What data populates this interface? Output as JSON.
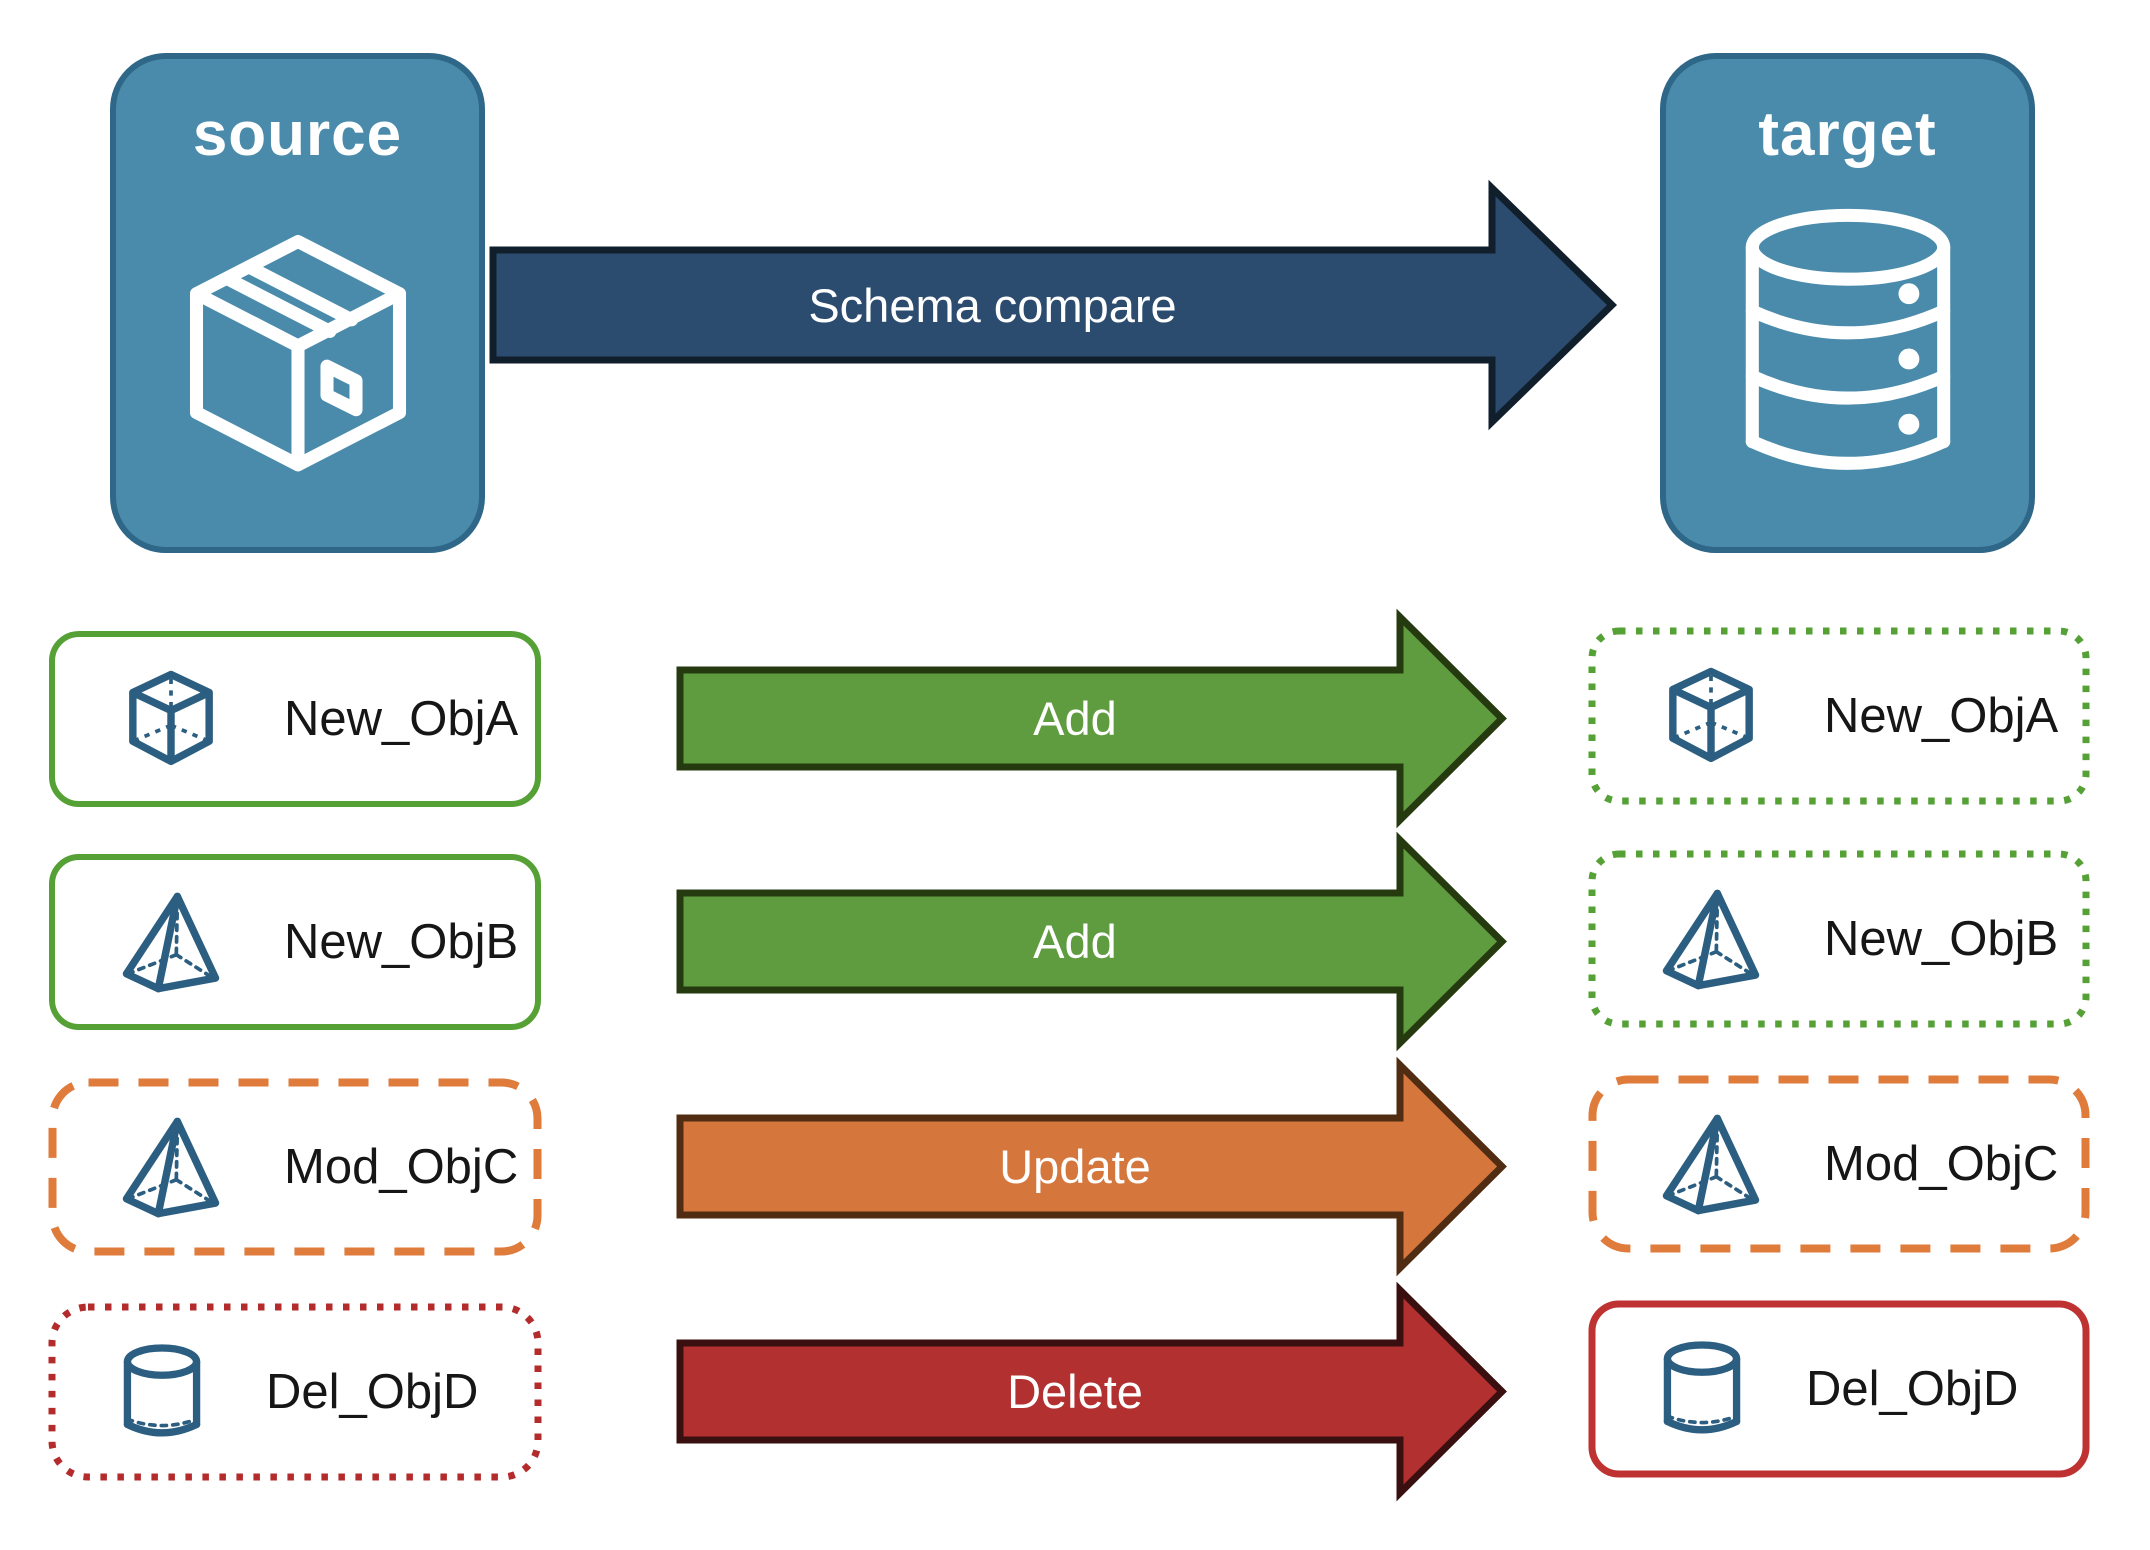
{
  "source_card": {
    "label": "source",
    "icon": "package-box-icon"
  },
  "target_card": {
    "label": "target",
    "icon": "database-icon"
  },
  "compare_arrow": {
    "label": "Schema compare"
  },
  "rows": [
    {
      "left_label": "New_ObjA",
      "action_label": "Add",
      "right_label": "New_ObjA",
      "icon": "cube-icon",
      "left_border": "solid-green",
      "right_border": "dotted-green",
      "arrow_color": "#5F9C40"
    },
    {
      "left_label": "New_ObjB",
      "action_label": "Add",
      "right_label": "New_ObjB",
      "icon": "pyramid-icon",
      "left_border": "solid-green",
      "right_border": "dotted-green",
      "arrow_color": "#5F9C40"
    },
    {
      "left_label": "Mod_ObjC",
      "action_label": "Update",
      "right_label": "Mod_ObjC",
      "icon": "pyramid-icon",
      "left_border": "dashed-orange",
      "right_border": "dashed-orange",
      "arrow_color": "#D5763D"
    },
    {
      "left_label": "Del_ObjD",
      "action_label": "Delete",
      "right_label": "Del_ObjD",
      "icon": "cylinder-icon",
      "left_border": "dotted-red",
      "right_border": "solid-red",
      "arrow_color": "#B23030"
    }
  ],
  "colors": {
    "card_fill": "#4A8BAC",
    "card_border": "#2E6787",
    "icon_steel_blue": "#2B5E80",
    "compare_arrow_fill": "#2B4C6E",
    "compare_arrow_border": "#111E2B",
    "green_arrow_fill": "#5F9C40",
    "green_arrow_border": "#263A10",
    "orange_arrow_fill": "#D5763D",
    "orange_arrow_border": "#502D12",
    "red_arrow_fill": "#B23030",
    "red_arrow_border": "#390F0F",
    "green_border": "#55A136",
    "orange_border": "#DF7B3B",
    "red_dotted_border": "#B42B2B",
    "red_solid_border": "#BE3232",
    "label_text": "#161616",
    "arrow_text": "#FFFFFF"
  }
}
